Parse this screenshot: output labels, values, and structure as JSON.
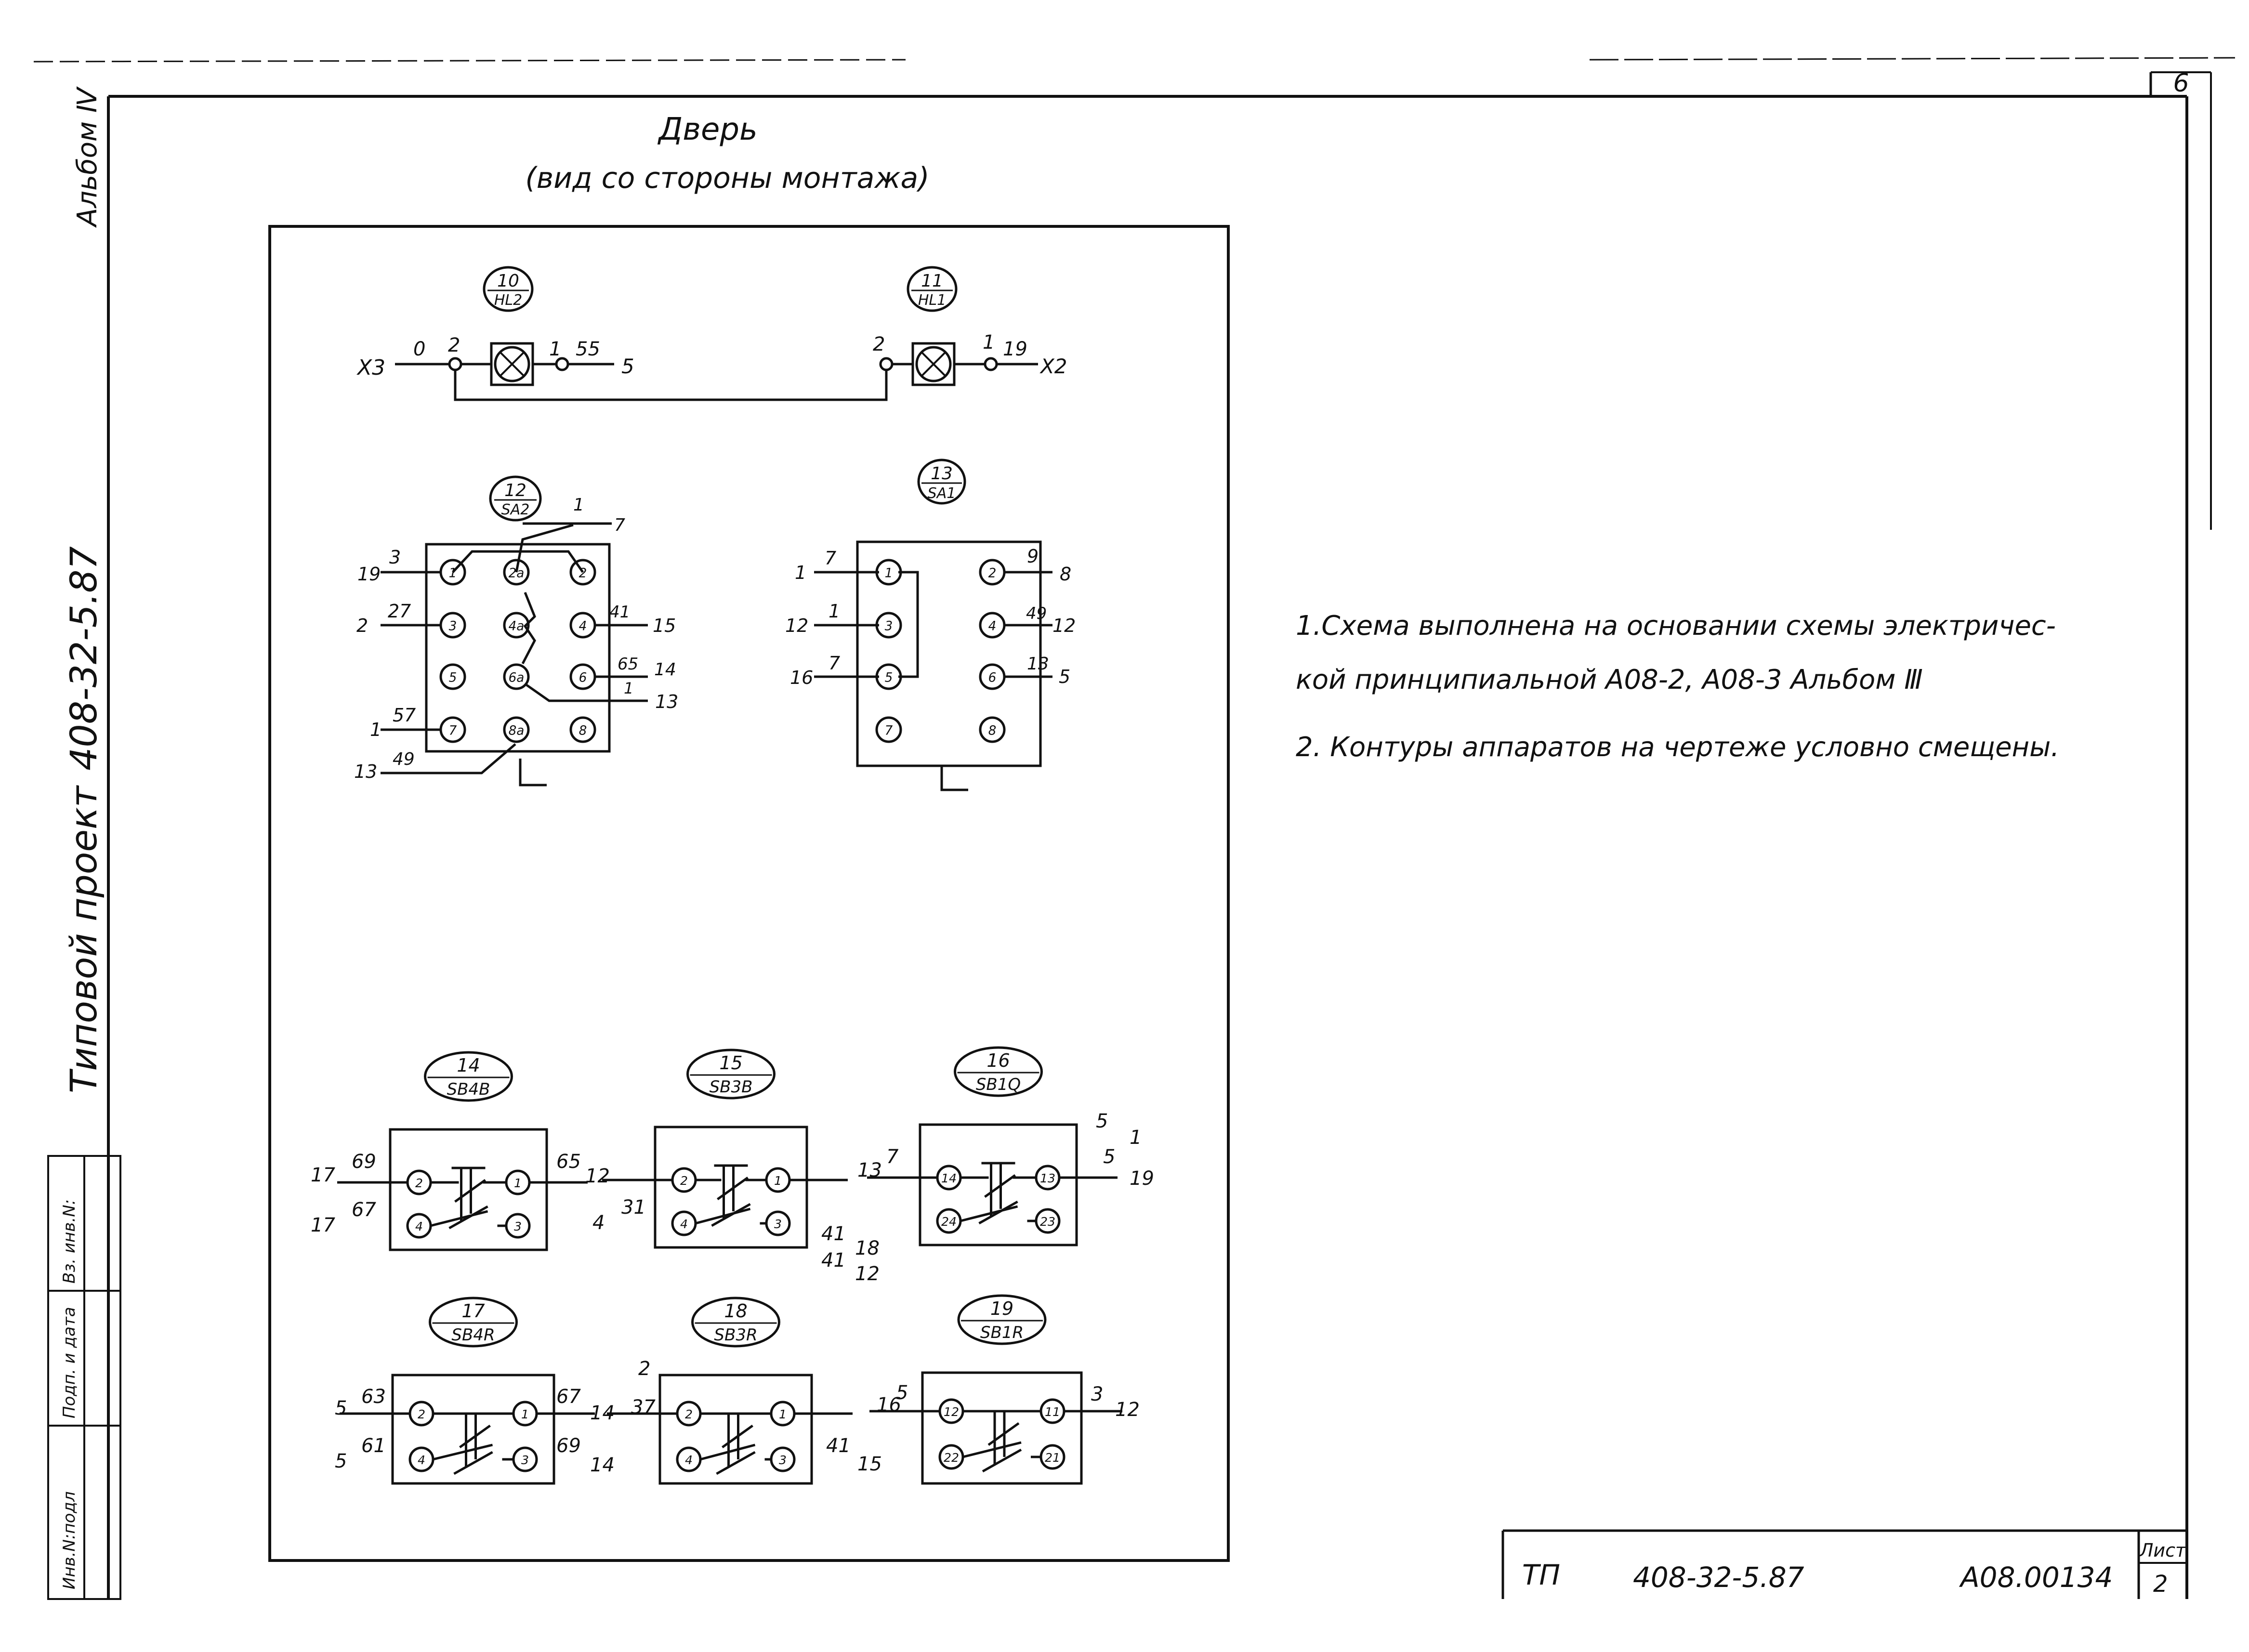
{
  "sheet": {
    "page_number": "6",
    "album": "Альбом Ⅳ",
    "project_type": "Типовой проект",
    "project_number": "408-32-5.87",
    "stamp_boxes": [
      "Инв.N:подл",
      "Подп. и дата",
      "Вз. инв.N:"
    ]
  },
  "title": {
    "main": "Дверь",
    "sub": "(вид со стороны монтажа)"
  },
  "lamps": {
    "lamp10": {
      "ref": "10",
      "type": "HL2",
      "left_terminal": "X3",
      "left_wire": "0",
      "pin_left": "2",
      "pin_right": "1",
      "right_wire": "55",
      "right_end": "5"
    },
    "lamp11": {
      "ref": "11",
      "type": "HL1",
      "pin_left": "2",
      "pin_right": "1",
      "right_wire": "19",
      "right_end": "X2"
    }
  },
  "sa2": {
    "ref": "12",
    "type": "SA2",
    "pins": [
      "1",
      "2а",
      "2",
      "3",
      "4а",
      "4",
      "5",
      "6а",
      "6",
      "7",
      "8а",
      "8"
    ],
    "labels": {
      "top_wire": "1",
      "top_end": "7",
      "w19": "19",
      "w3": "3",
      "w2": "2",
      "w27": "27",
      "w41": "41",
      "w15": "15",
      "w65": "65",
      "w14": "14",
      "w1b": "1",
      "w13a": "13",
      "w1c": "1",
      "w57": "57",
      "w13b": "13",
      "w49": "49"
    }
  },
  "sa1": {
    "ref": "13",
    "type": "SA1",
    "pins": [
      "1",
      "2",
      "3",
      "4",
      "5",
      "6",
      "7",
      "8"
    ],
    "labels": {
      "l1": "1",
      "w7a": "7",
      "r9": "9",
      "r8": "8",
      "l12": "12",
      "w1": "1",
      "r49": "49",
      "r12": "12",
      "l16": "16",
      "w7b": "7",
      "r13": "13",
      "r5": "5"
    }
  },
  "buttons": [
    {
      "id": "b14",
      "ref": "14",
      "type": "SB4B",
      "pins": [
        "2",
        "1",
        "4",
        "3"
      ],
      "labels": [
        "17",
        "69",
        "65",
        "12",
        "17",
        "67"
      ]
    },
    {
      "id": "b15",
      "ref": "15",
      "type": "SB3B",
      "pins": [
        "2",
        "1",
        "4",
        "3"
      ],
      "labels": [
        "4",
        "31",
        "41",
        "18",
        "41",
        "12"
      ]
    },
    {
      "id": "b16",
      "ref": "16",
      "type": "SB1Q",
      "pins": [
        "14",
        "13",
        "24",
        "23"
      ],
      "labels": [
        "13",
        "7",
        "5",
        "1",
        "5",
        "19"
      ]
    },
    {
      "id": "b17",
      "ref": "17",
      "type": "SB4R",
      "pins": [
        "2",
        "1",
        "4",
        "3"
      ],
      "labels": [
        "5",
        "63",
        "67",
        "14",
        "5",
        "61",
        "69",
        "14"
      ]
    },
    {
      "id": "b18",
      "ref": "18",
      "type": "SB3R",
      "pins": [
        "2",
        "1",
        "4",
        "3"
      ],
      "labels": [
        "37",
        "2",
        "41",
        "15"
      ]
    },
    {
      "id": "b19",
      "ref": "19",
      "type": "SB1R",
      "pins": [
        "12",
        "11",
        "22",
        "21"
      ],
      "labels": [
        "16",
        "5",
        "3",
        "12"
      ]
    }
  ],
  "notes": [
    "1.Схема выполнена на основании схемы электричес-",
    "кой принципиальной А08-2, А08-3  Альбом Ⅲ",
    "2. Контуры аппаратов на чертеже условно смещены."
  ],
  "title_block": {
    "tp": "ТП",
    "number": "408-32-5.87",
    "code": "А08.00134",
    "sheet_label": "Лист",
    "sheet_value": "2"
  }
}
